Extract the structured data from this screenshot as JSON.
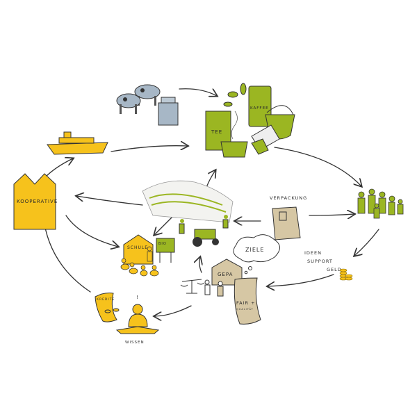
{
  "labels": {
    "kooperative": "KOOPERATIVE",
    "tee": "TEE",
    "kaffee": "KAFFEE",
    "schule": "SCHULE",
    "board": "BIO",
    "verpackung": "VERPACKUNG",
    "ziele": "ZIELE",
    "gepa": "GEPA",
    "fair": "FAIR +",
    "qualitaet": "QUALITÄT",
    "ideen": "IDEEN",
    "support": "SUPPORT",
    "geld": "GELD",
    "kredite": "KREDITE",
    "wissen": "WISSEN",
    "exclaim": "!"
  },
  "colors": {
    "yellow": "#f6c21c",
    "green": "#9bb622",
    "beige": "#d6c7a4"
  }
}
